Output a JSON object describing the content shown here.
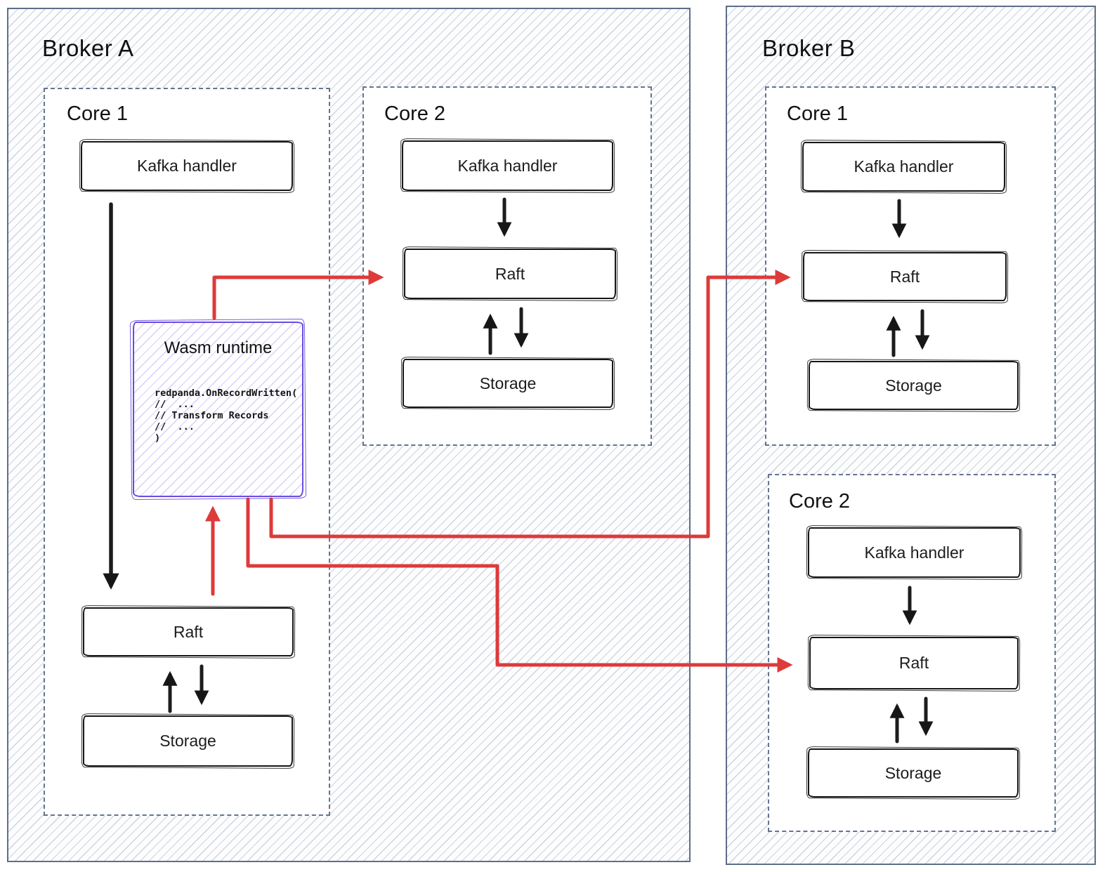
{
  "broker_a": {
    "title": "Broker A",
    "cores": [
      {
        "label": "Core 1",
        "kafka_label": "Kafka handler",
        "raft_label": "Raft",
        "storage_label": "Storage",
        "wasm": {
          "title": "Wasm runtime",
          "code_lines": [
            "redpanda.OnRecordWritten(",
            "//  ...",
            "// Transform Records",
            "//  ...",
            ")"
          ]
        }
      },
      {
        "label": "Core 2",
        "kafka_label": "Kafka handler",
        "raft_label": "Raft",
        "storage_label": "Storage"
      }
    ]
  },
  "broker_b": {
    "title": "Broker B",
    "cores": [
      {
        "label": "Core 1",
        "kafka_label": "Kafka handler",
        "raft_label": "Raft",
        "storage_label": "Storage"
      },
      {
        "label": "Core 2",
        "kafka_label": "Kafka handler",
        "raft_label": "Raft",
        "storage_label": "Storage"
      }
    ]
  },
  "colors": {
    "arrow_red": "#dd3a3a",
    "wasm_purple": "#6a4ce0",
    "frame_slate": "#5d6e88",
    "sketch_black": "#161616"
  }
}
